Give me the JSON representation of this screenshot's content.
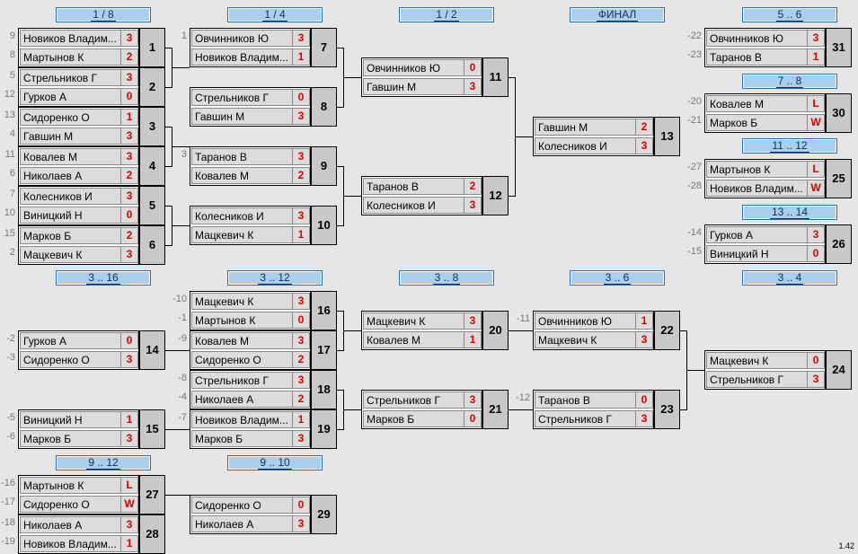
{
  "headers": [
    "1 / 8",
    "1 / 4",
    "1 / 2",
    "ФИНАЛ",
    "5 .. 6",
    "7 .. 8",
    "11 .. 12",
    "13 .. 14",
    "3 .. 16",
    "3 .. 12",
    "3 .. 8",
    "3 .. 6",
    "3 .. 4",
    "9 .. 12",
    "9 .. 10"
  ],
  "matches": [
    {
      "id": "1",
      "p1": "Новиков Владим...",
      "s1": "3",
      "p2": "Мартынов К",
      "s2": "2",
      "seed1": "9",
      "seed2": "8"
    },
    {
      "id": "2",
      "p1": "Стрельников Г",
      "s1": "3",
      "p2": "Гурков А",
      "s2": "0",
      "seed1": "5",
      "seed2": "12"
    },
    {
      "id": "3",
      "p1": "Сидоренко О",
      "s1": "1",
      "p2": "Гавшин М",
      "s2": "3",
      "seed1": "13",
      "seed2": "4"
    },
    {
      "id": "4",
      "p1": "Ковалев М",
      "s1": "3",
      "p2": "Николаев А",
      "s2": "2",
      "seed1": "11",
      "seed2": "6"
    },
    {
      "id": "5",
      "p1": "Колесников И",
      "s1": "3",
      "p2": "Виницкий Н",
      "s2": "0",
      "seed1": "7",
      "seed2": "10"
    },
    {
      "id": "6",
      "p1": "Марков Б",
      "s1": "2",
      "p2": "Мацкевич К",
      "s2": "3",
      "seed1": "15",
      "seed2": "2"
    },
    {
      "id": "7",
      "p1": "Овчинников Ю",
      "s1": "3",
      "p2": "Новиков Владим...",
      "s2": "1",
      "seed1": "1",
      "seed2": ""
    },
    {
      "id": "8",
      "p1": "Стрельников Г",
      "s1": "0",
      "p2": "Гавшин М",
      "s2": "3",
      "seed1": "",
      "seed2": ""
    },
    {
      "id": "9",
      "p1": "Таранов В",
      "s1": "3",
      "p2": "Ковалев М",
      "s2": "2",
      "seed1": "3",
      "seed2": ""
    },
    {
      "id": "10",
      "p1": "Колесников И",
      "s1": "3",
      "p2": "Мацкевич К",
      "s2": "1",
      "seed1": "",
      "seed2": ""
    },
    {
      "id": "11",
      "p1": "Овчинников Ю",
      "s1": "0",
      "p2": "Гавшин М",
      "s2": "3",
      "seed1": "",
      "seed2": ""
    },
    {
      "id": "12",
      "p1": "Таранов В",
      "s1": "2",
      "p2": "Колесников И",
      "s2": "3",
      "seed1": "",
      "seed2": ""
    },
    {
      "id": "13",
      "p1": "Гавшин М",
      "s1": "2",
      "p2": "Колесников И",
      "s2": "3",
      "seed1": "",
      "seed2": ""
    },
    {
      "id": "31",
      "p1": "Овчинников Ю",
      "s1": "3",
      "p2": "Таранов В",
      "s2": "1",
      "seed1": "-22",
      "seed2": "-23"
    },
    {
      "id": "30",
      "p1": "Ковалев М",
      "s1": "L",
      "p2": "Марков Б",
      "s2": "W",
      "seed1": "-20",
      "seed2": "-21"
    },
    {
      "id": "25",
      "p1": "Мартынов К",
      "s1": "L",
      "p2": "Новиков Владим...",
      "s2": "W",
      "seed1": "-27",
      "seed2": "-28"
    },
    {
      "id": "26",
      "p1": "Гурков А",
      "s1": "3",
      "p2": "Виницкий Н",
      "s2": "0",
      "seed1": "-14",
      "seed2": "-15"
    },
    {
      "id": "14",
      "p1": "Гурков А",
      "s1": "0",
      "p2": "Сидоренко О",
      "s2": "3",
      "seed1": "-2",
      "seed2": "-3"
    },
    {
      "id": "15",
      "p1": "Виницкий Н",
      "s1": "1",
      "p2": "Марков Б",
      "s2": "3",
      "seed1": "-5",
      "seed2": "-6"
    },
    {
      "id": "16",
      "p1": "Мацкевич К",
      "s1": "3",
      "p2": "Мартынов К",
      "s2": "0",
      "seed1": "-10",
      "seed2": "-1"
    },
    {
      "id": "17",
      "p1": "Ковалев М",
      "s1": "3",
      "p2": "Сидоренко О",
      "s2": "2",
      "seed1": "-9",
      "seed2": ""
    },
    {
      "id": "18",
      "p1": "Стрельников Г",
      "s1": "3",
      "p2": "Николаев А",
      "s2": "2",
      "seed1": "-8",
      "seed2": "-4"
    },
    {
      "id": "19",
      "p1": "Новиков Владим...",
      "s1": "1",
      "p2": "Марков Б",
      "s2": "3",
      "seed1": "-7",
      "seed2": ""
    },
    {
      "id": "20",
      "p1": "Мацкевич К",
      "s1": "3",
      "p2": "Ковалев М",
      "s2": "1",
      "seed1": "",
      "seed2": ""
    },
    {
      "id": "21",
      "p1": "Стрельников Г",
      "s1": "3",
      "p2": "Марков Б",
      "s2": "0",
      "seed1": "",
      "seed2": ""
    },
    {
      "id": "22",
      "p1": "Овчинников Ю",
      "s1": "1",
      "p2": "Мацкевич К",
      "s2": "3",
      "seed1": "-11",
      "seed2": ""
    },
    {
      "id": "23",
      "p1": "Таранов В",
      "s1": "0",
      "p2": "Стрельников Г",
      "s2": "3",
      "seed1": "-12",
      "seed2": ""
    },
    {
      "id": "24",
      "p1": "Мацкевич К",
      "s1": "0",
      "p2": "Стрельников Г",
      "s2": "3",
      "seed1": "",
      "seed2": ""
    },
    {
      "id": "27",
      "p1": "Мартынов К",
      "s1": "L",
      "p2": "Сидоренко О",
      "s2": "W",
      "seed1": "-16",
      "seed2": "-17"
    },
    {
      "id": "28",
      "p1": "Николаев А",
      "s1": "3",
      "p2": "Новиков Владим...",
      "s2": "1",
      "seed1": "-18",
      "seed2": "-19"
    },
    {
      "id": "29",
      "p1": "Сидоренко О",
      "s1": "0",
      "p2": "Николаев А",
      "s2": "3",
      "seed1": "",
      "seed2": ""
    }
  ],
  "version": "1.42"
}
